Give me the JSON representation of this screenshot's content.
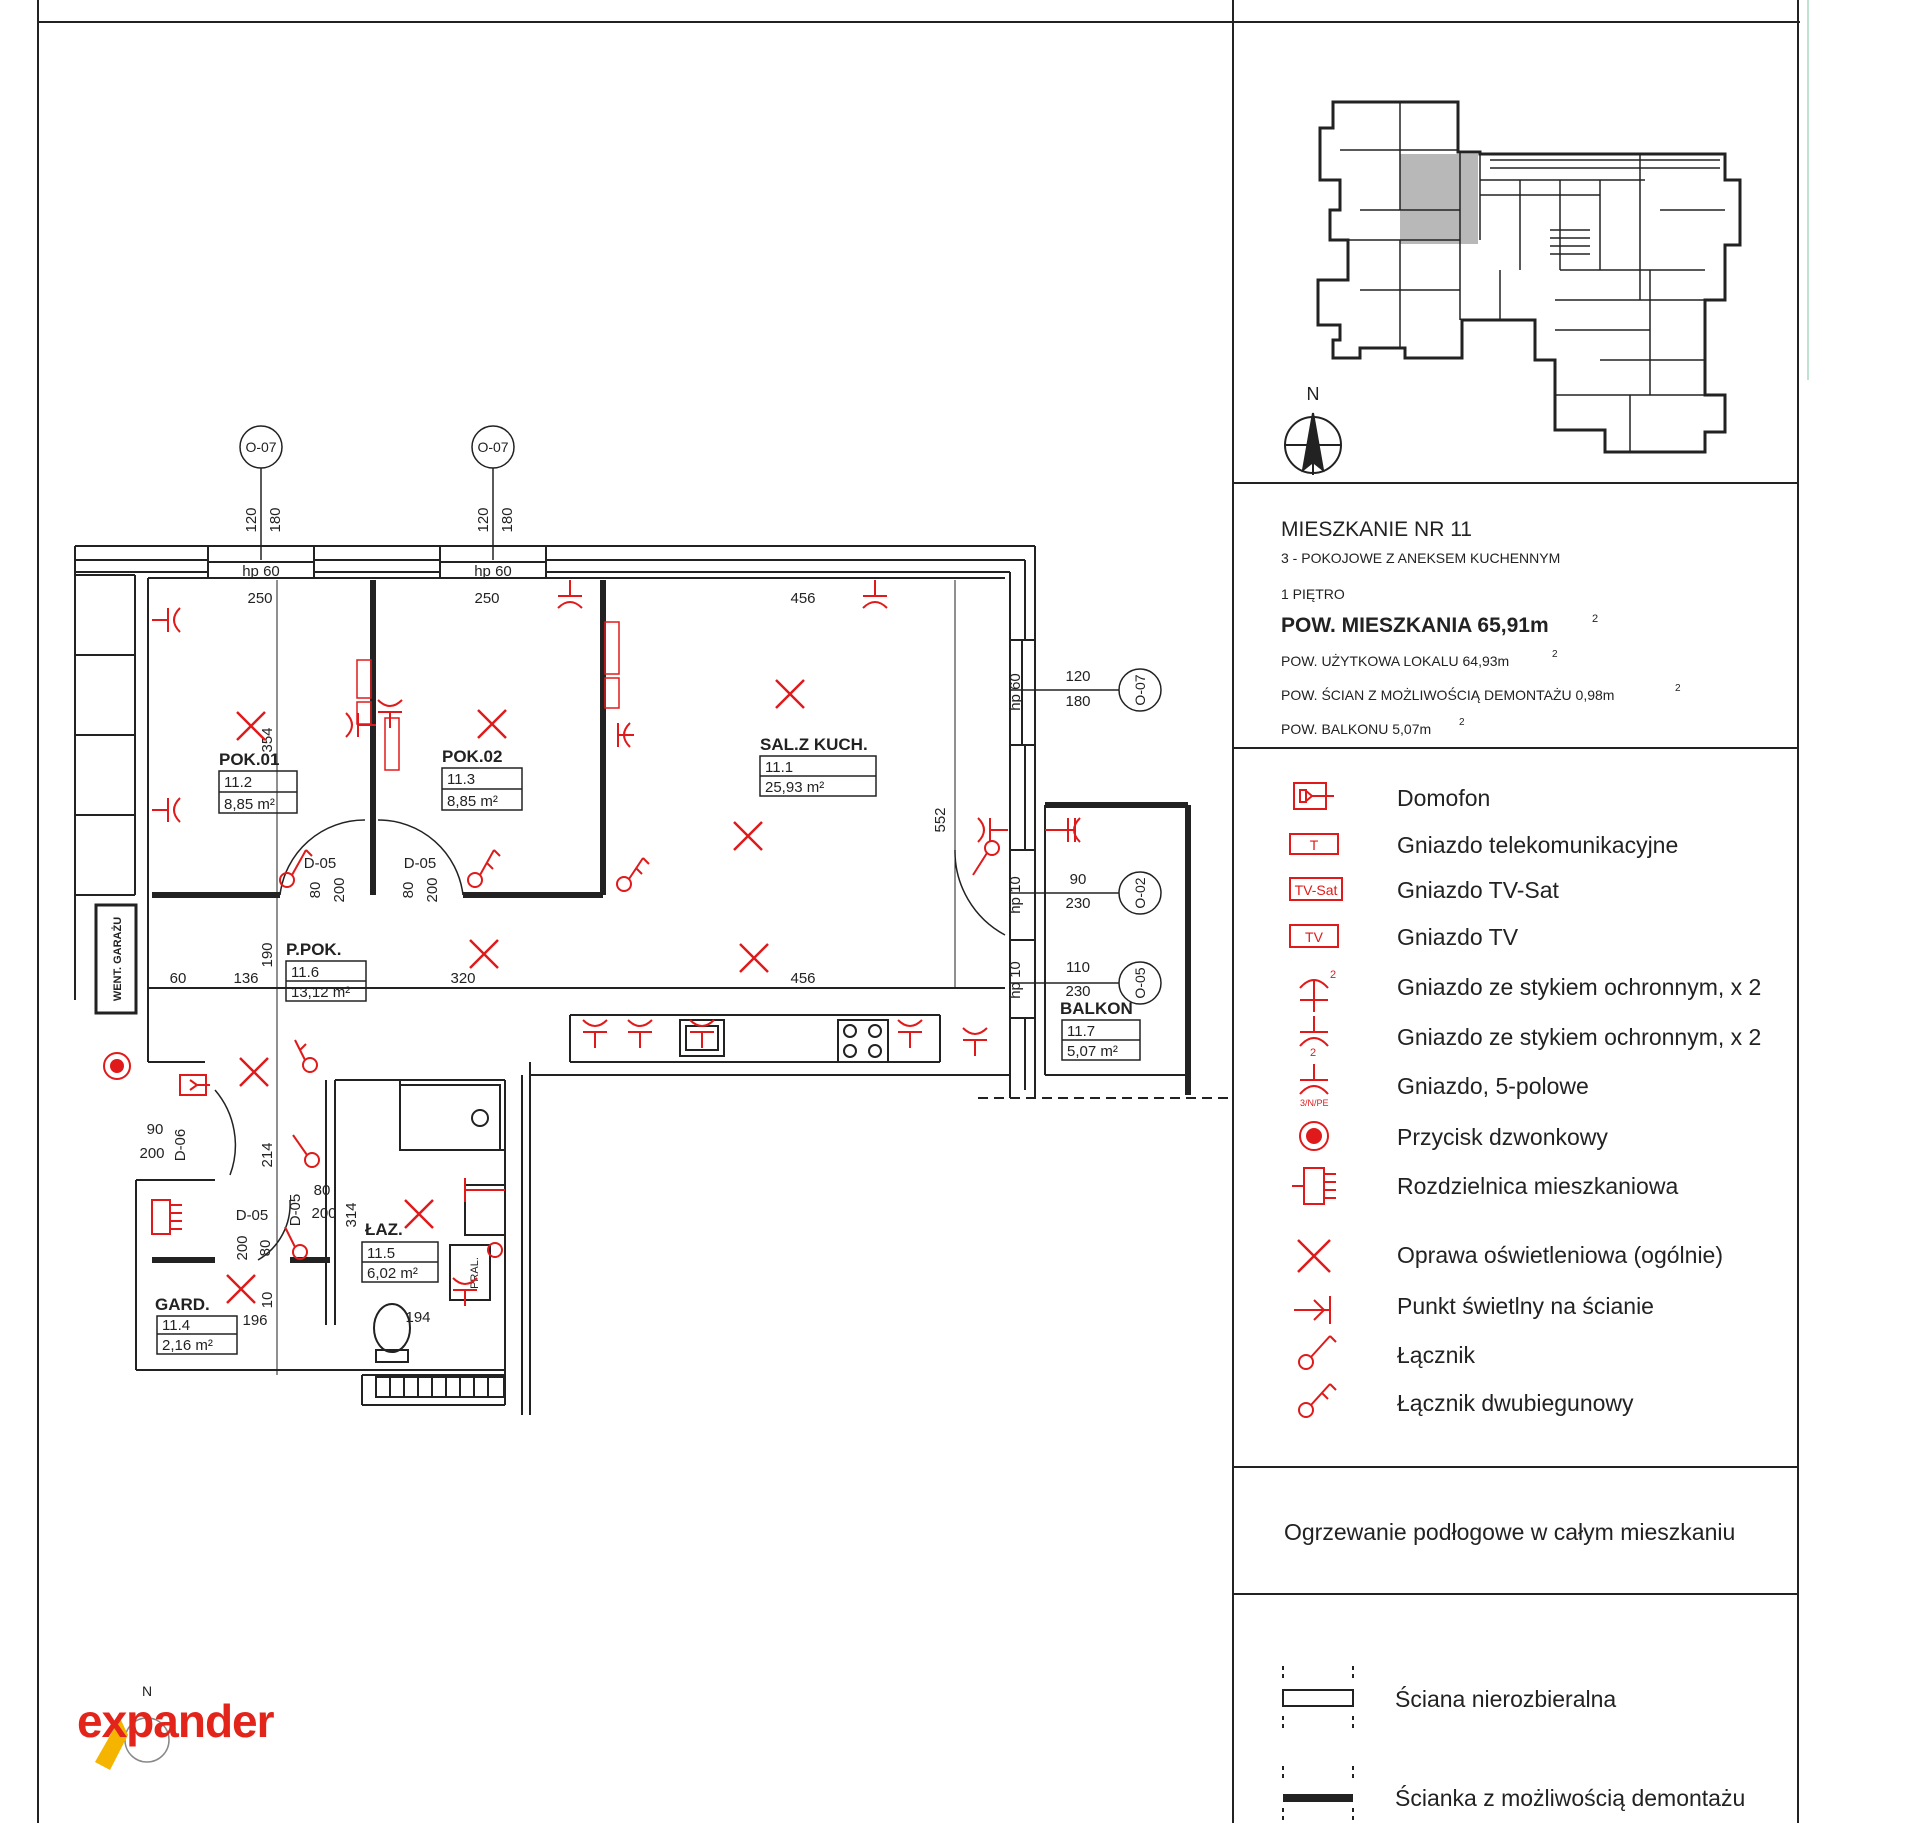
{
  "title_block": {
    "apartment": "MIESZKANIE NR 11",
    "type": "3 - POKOJOWE Z ANEKSEM KUCHENNYM",
    "floor": "1 PIĘTRO",
    "area_main": "POW. MIESZKANIA 65,91m",
    "area_usable": "POW. UŻYTKOWA LOKALU 64,93m",
    "area_walls": "POW. ŚCIAN Z MOŻLIWOŚCIĄ DEMONTAŻU 0,98m",
    "area_balcony": "POW. BALKONU 5,07m",
    "sup2": "2"
  },
  "north_label": "N",
  "legend": [
    {
      "label": "Domofon",
      "icon": "intercom-icon"
    },
    {
      "label": "Gniazdo telekomunikacyjne",
      "icon": "telecom-socket-icon",
      "code": "T"
    },
    {
      "label": "Gniazdo TV-Sat",
      "icon": "tv-sat-socket-icon",
      "code": "TV-Sat"
    },
    {
      "label": "Gniazdo TV",
      "icon": "tv-socket-icon",
      "code": "TV"
    },
    {
      "label": "Gniazdo ze stykiem ochronnym, x 2",
      "icon": "double-socket-icon"
    },
    {
      "label": "Gniazdo ze stykiem ochronnym, x 2",
      "icon": "double-socket-alt-icon"
    },
    {
      "label": "Gniazdo, 5-polowe",
      "icon": "five-pole-socket-icon",
      "code": "3/N/PE"
    },
    {
      "label": "Przycisk dzwonkowy",
      "icon": "doorbell-icon"
    },
    {
      "label": "Rozdzielnica mieszkaniowa",
      "icon": "switchboard-icon"
    },
    {
      "label": "Oprawa oświetleniowa (ogólnie)",
      "icon": "light-fixture-icon"
    },
    {
      "label": "Punkt świetlny na ścianie",
      "icon": "wall-light-icon"
    },
    {
      "label": "Łącznik",
      "icon": "switch-icon"
    },
    {
      "label": "Łącznik dwubiegunowy",
      "icon": "double-pole-switch-icon"
    }
  ],
  "heating_note": "Ogrzewanie podłogowe w całym mieszkaniu",
  "wall_legend": [
    {
      "label": "Ściana nierozbieralna"
    },
    {
      "label": "Ścianka z możliwością demontażu"
    }
  ],
  "rooms": {
    "pok01": {
      "name": "POK.01",
      "no": "11.2",
      "area": "8,85 m²"
    },
    "pok02": {
      "name": "POK.02",
      "no": "11.3",
      "area": "8,85 m²"
    },
    "salon": {
      "name": "SAL.Z KUCH.",
      "no": "11.1",
      "area": "25,93 m²"
    },
    "ppok": {
      "name": "P.POK.",
      "no": "11.6",
      "area": "13,12 m²"
    },
    "laz": {
      "name": "ŁAZ.",
      "no": "11.5",
      "area": "6,02 m²"
    },
    "gard": {
      "name": "GARD.",
      "no": "11.4",
      "area": "2,16 m²"
    },
    "balkon": {
      "name": "BALKON",
      "no": "11.7",
      "area": "5,07 m²"
    }
  },
  "doors": {
    "d05": "D-05",
    "d06": "D-06",
    "w80": "80",
    "w90": "90",
    "h200": "200"
  },
  "grid_marks": {
    "o07": "O-07",
    "o02": "O-02",
    "o05": "O-05"
  },
  "dimensions": {
    "d120": "120",
    "d180": "180",
    "d250": "250",
    "d456": "456",
    "d354": "354",
    "d552": "552",
    "d60": "60",
    "d136": "136",
    "d320": "320",
    "d190": "190",
    "d214": "214",
    "d314": "314",
    "d196": "196",
    "d194": "194",
    "d10": "10",
    "d90": "90",
    "d230": "230",
    "d110": "110",
    "hp60": "hp 60",
    "hp10": "hp 10"
  },
  "misc_labels": {
    "went": "WENT. GARAŻU",
    "pral": "PRAL.",
    "two": "2"
  },
  "logo": "expander",
  "colors": {
    "symbol_red": "#e01a1a",
    "ink": "#222222",
    "highlight_gray": "#b8b8b8",
    "logo_red": "#e3241b",
    "logo_yellow": "#f5b400"
  }
}
